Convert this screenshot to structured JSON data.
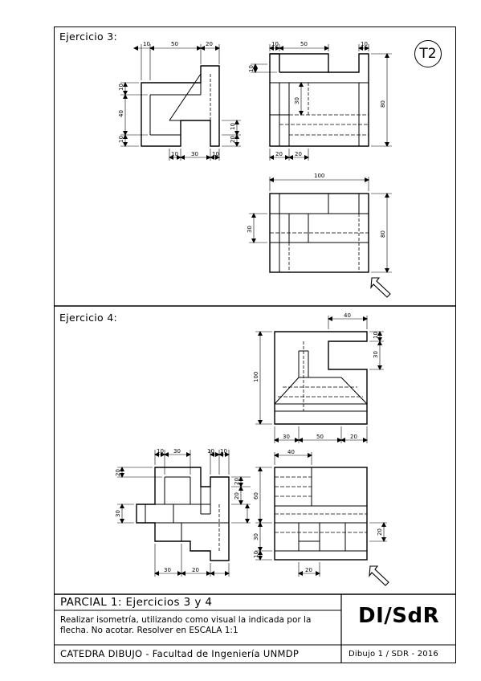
{
  "badge": "T2",
  "exercise3": {
    "title": "Ejercicio 3:"
  },
  "exercise4": {
    "title": "Ejercicio 4:"
  },
  "dims": {
    "e3_front": [
      "10",
      "50",
      "20",
      "10",
      "40",
      "10",
      "10",
      "20",
      "10",
      "30",
      "10"
    ],
    "e3_side": [
      "10",
      "50",
      "10",
      "10",
      "30",
      "80",
      "20",
      "20"
    ],
    "e3_top": [
      "100",
      "30",
      "80"
    ],
    "e4_front": [
      "40",
      "10",
      "30",
      "100",
      "30",
      "50",
      "20"
    ],
    "e4_left": [
      "10",
      "30",
      "20",
      "10",
      "10",
      "20",
      "20",
      "30",
      "30",
      "20"
    ],
    "e4_side": [
      "40",
      "60",
      "20",
      "30",
      "10",
      "20"
    ]
  },
  "titleblock": {
    "title": "PARCIAL 1: Ejercicios 3 y 4",
    "instructions": "Realizar isometría, utilizando como visual la indicada por la flecha. No acotar. Resolver en ESCALA 1:1",
    "department": "CATEDRA DIBUJO - Facultad de Ingeniería UNMDP",
    "logo": "DI/SdR",
    "drawing_no": "Dibujo 1 / SDR - 2016"
  }
}
